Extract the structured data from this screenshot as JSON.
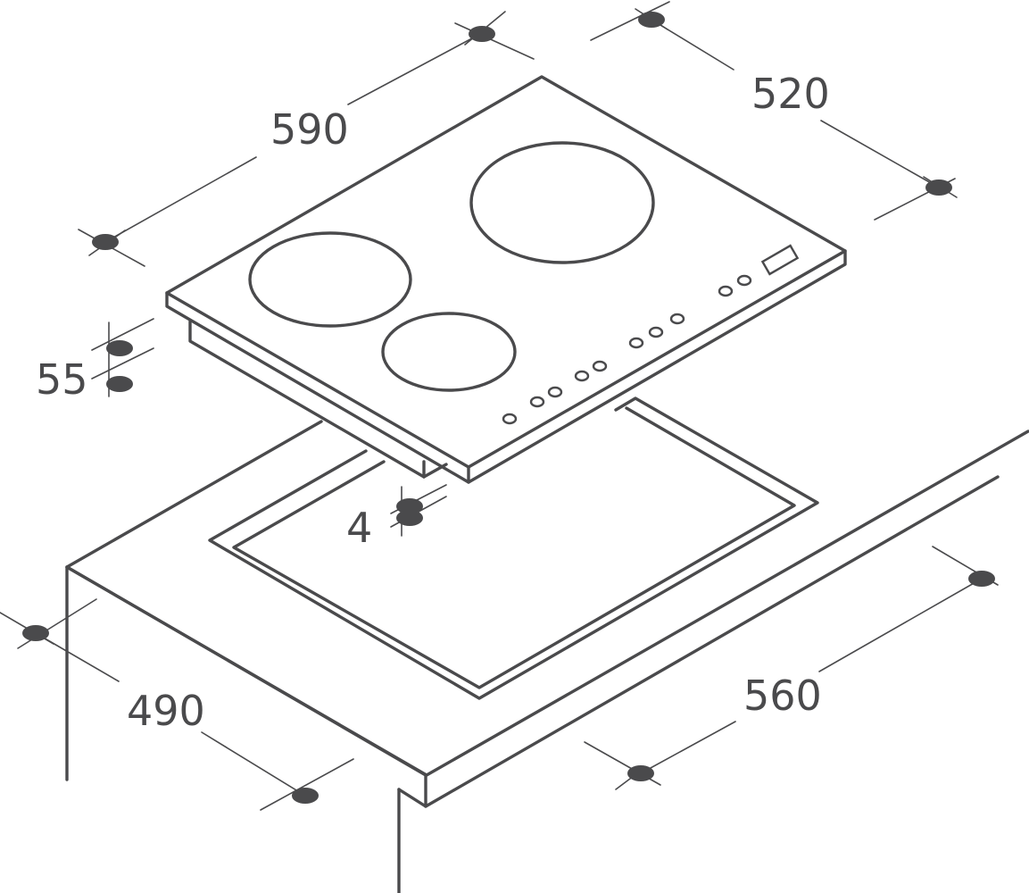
{
  "dimensions": {
    "hob_width": "590",
    "hob_depth": "520",
    "hob_height": "55",
    "hob_gap": "4",
    "cutout_depth": "490",
    "cutout_width": "560"
  },
  "colors": {
    "line": "#4a4a4c",
    "background": "#ffffff"
  }
}
